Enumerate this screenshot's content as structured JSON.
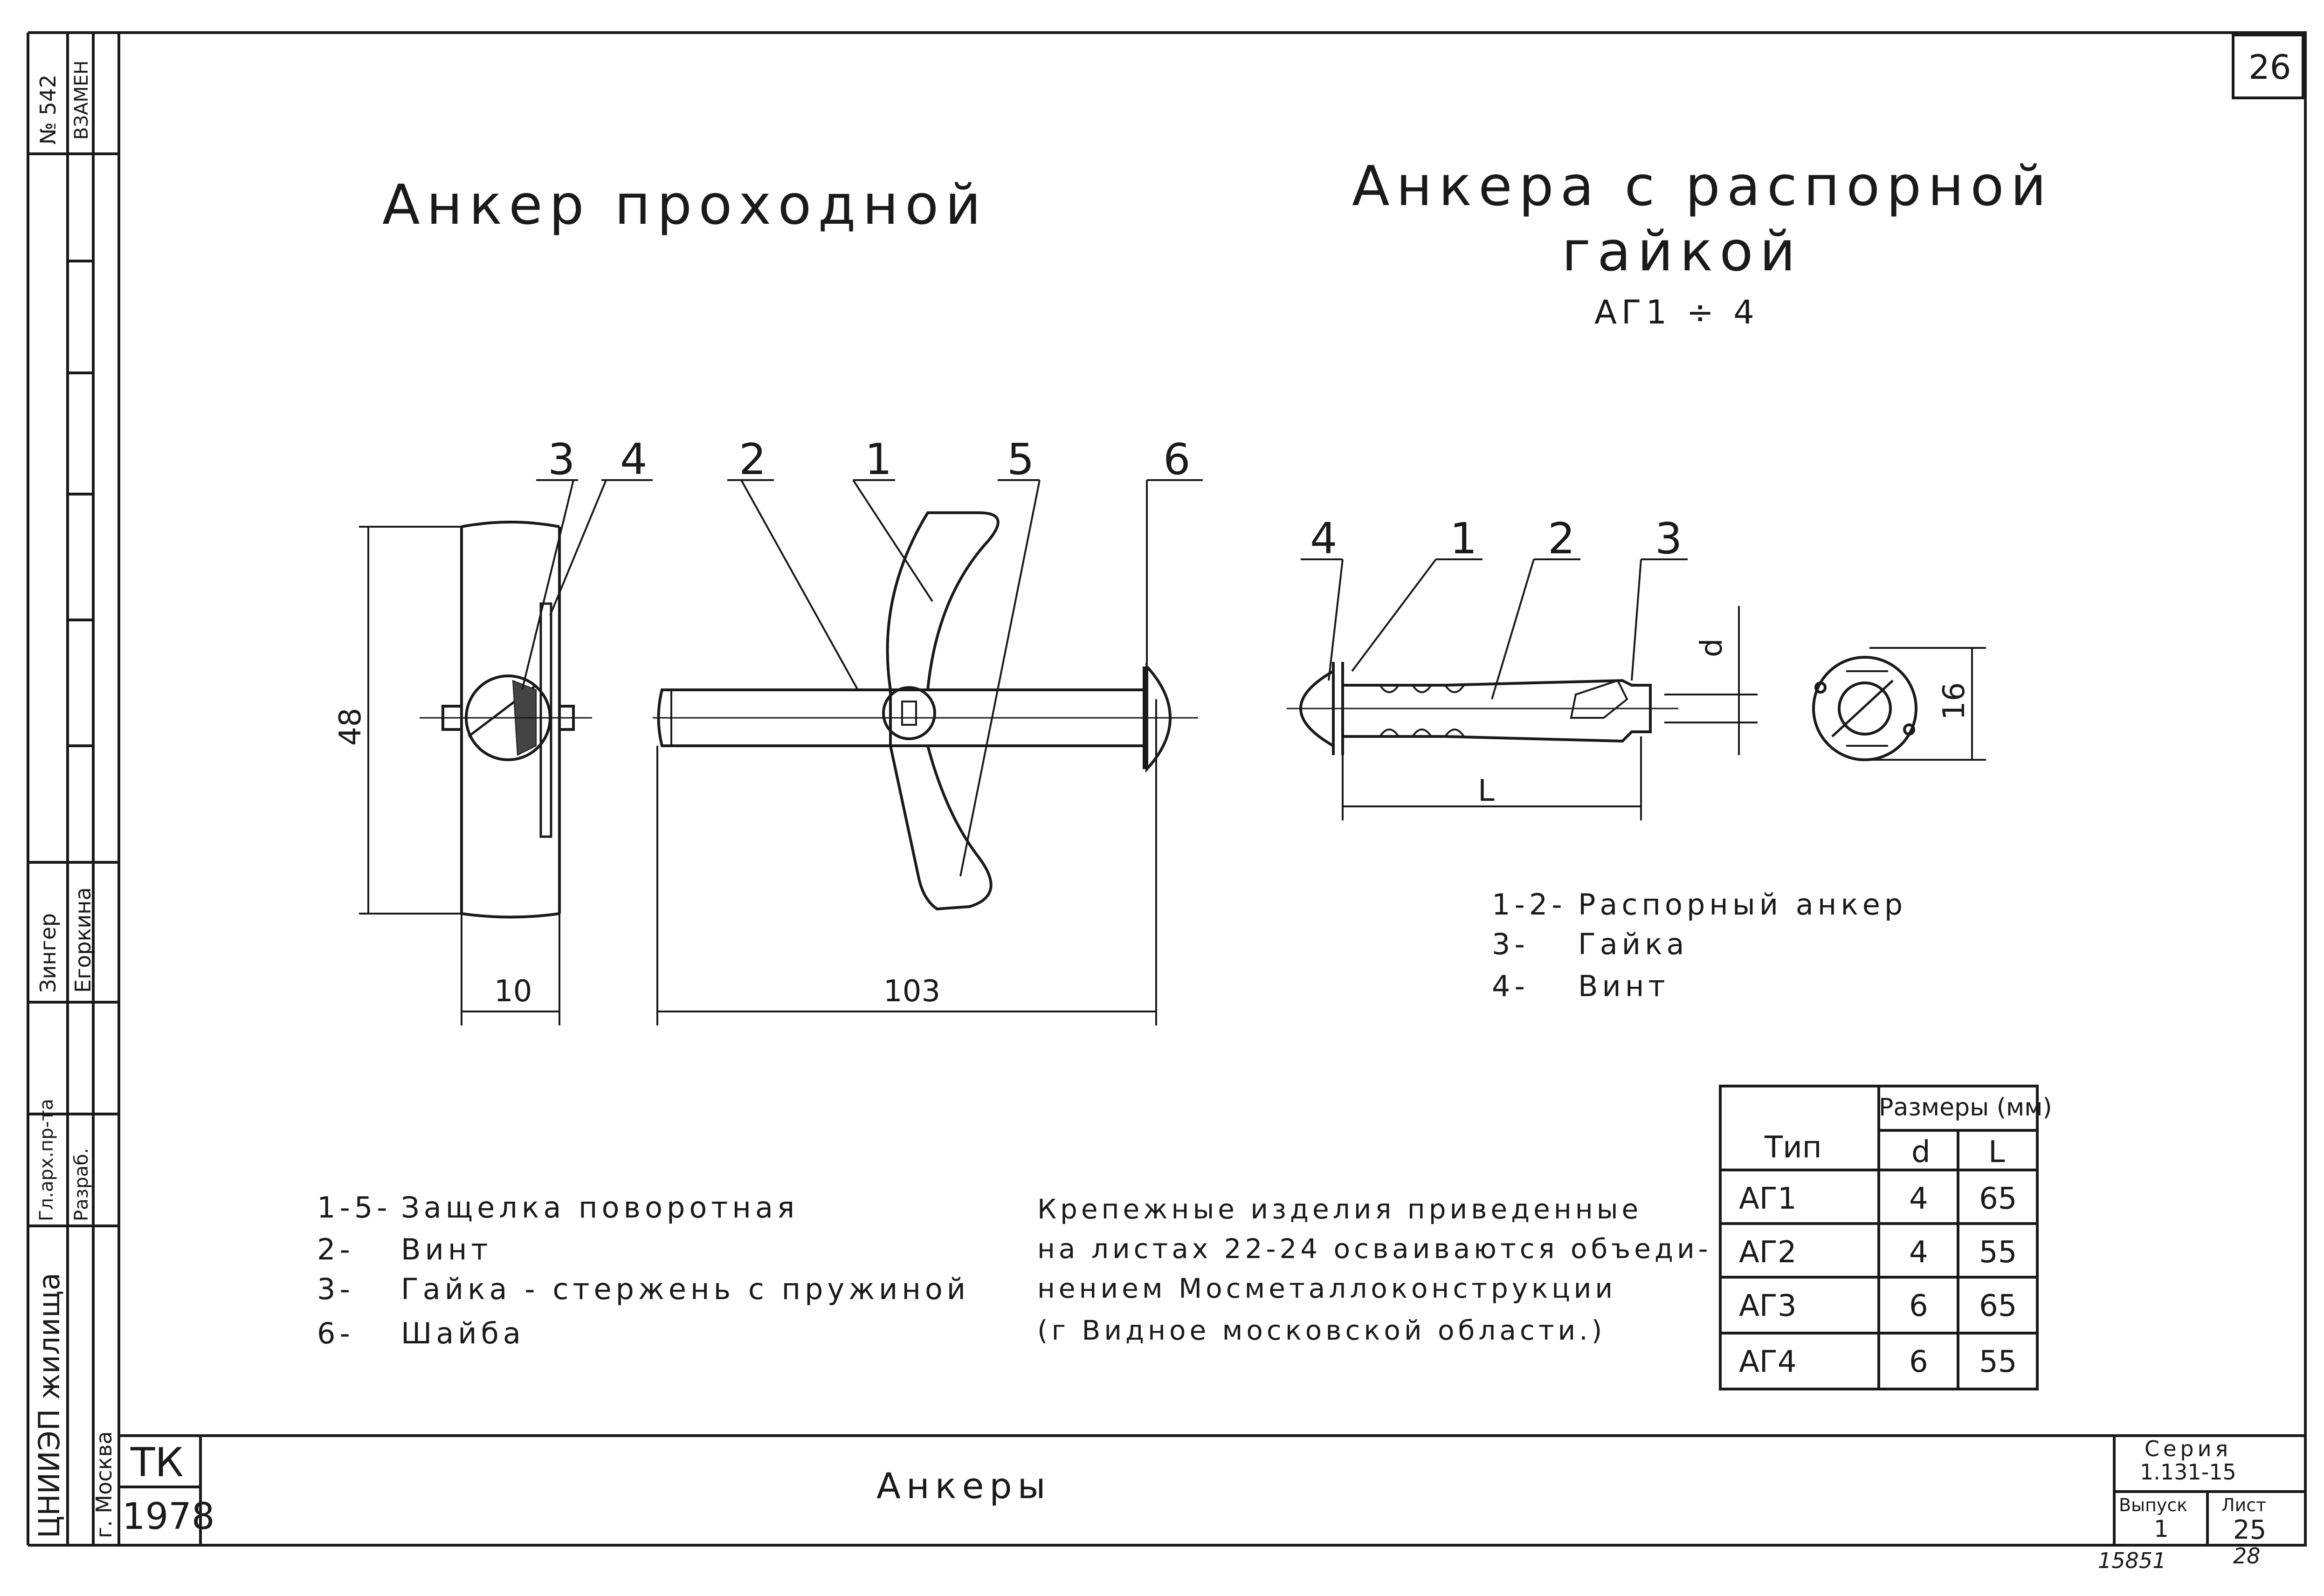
{
  "sheet_number_top": "26",
  "titles": {
    "left": "Анкер проходной",
    "right_line1": "Анкера с распорной",
    "right_line2": "гайкой",
    "right_types": "АГ1 ÷ 4"
  },
  "left_drawing": {
    "callouts": [
      "3",
      "4",
      "2",
      "1",
      "5",
      "6"
    ],
    "dimensions": {
      "height": "48",
      "width": "10",
      "length": "103"
    }
  },
  "right_drawing": {
    "callouts": [
      "4",
      "1",
      "2",
      "3"
    ],
    "dimensions": {
      "d": "d",
      "L": "L",
      "diameter": "16"
    }
  },
  "legend_right": [
    {
      "num": "1-2-",
      "text": "Распорный анкер"
    },
    {
      "num": "3-",
      "text": "Гайка"
    },
    {
      "num": "4-",
      "text": "Винт"
    }
  ],
  "legend_left": [
    {
      "num": "1-5-",
      "text": "Защелка поворотная"
    },
    {
      "num": "2-",
      "text": "Винт"
    },
    {
      "num": "3-",
      "text": "Гайка - стержень с пружиной"
    },
    {
      "num": "6-",
      "text": "Шайба"
    }
  ],
  "note": [
    "Крепежные изделия приведенные",
    "на листах 22-24 осваиваются объеди-",
    "нением Мосметаллоконструкции",
    "(г Видное московской области.)"
  ],
  "table": {
    "group_header": "Размеры (мм)",
    "col_type": "Тип",
    "col_d": "d",
    "col_L": "L",
    "rows": [
      {
        "type": "АГ1",
        "d": "4",
        "L": "65"
      },
      {
        "type": "АГ2",
        "d": "4",
        "L": "55"
      },
      {
        "type": "АГ3",
        "d": "6",
        "L": "65"
      },
      {
        "type": "АГ4",
        "d": "6",
        "L": "55"
      }
    ]
  },
  "title_block": {
    "code": "ТК",
    "year": "1978",
    "name": "Анкеры",
    "series_label": "Серия",
    "series": "1.131-15",
    "issue_label": "Выпуск",
    "issue": "1",
    "sheet_label": "Лист",
    "sheet": "25",
    "archive_left": "15851",
    "archive_right": "28"
  },
  "side_stamp": {
    "replace_label": "ВЗАМЕН",
    "replace_no": "№ 542",
    "roles": [
      "Гл.арх.пр-та",
      "Разраб."
    ],
    "names": [
      "Зингер",
      "Егоркина"
    ],
    "org": "ЦНИИЭП жилища",
    "city": "г. Москва"
  }
}
